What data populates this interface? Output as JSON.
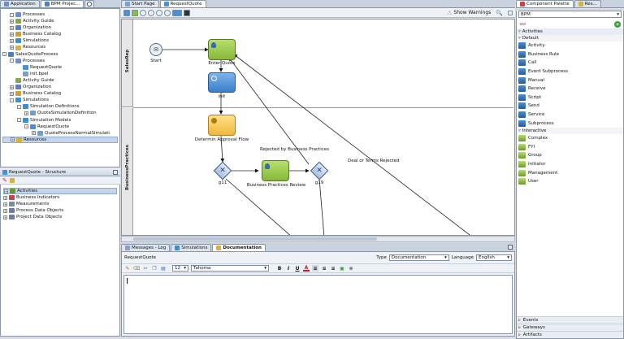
{
  "left_tabs": [
    {
      "label": "Application"
    },
    {
      "label": "BPM Projec..."
    }
  ],
  "project_tree": [
    {
      "label": "Processes",
      "level": 1,
      "exp": "-",
      "color": "#6b8fd0"
    },
    {
      "label": "Activity Guide",
      "level": 1,
      "exp": "+",
      "color": "#8aa84a"
    },
    {
      "label": "Organization",
      "level": 1,
      "exp": "+",
      "color": "#5b7fbf"
    },
    {
      "label": "Business Catalog",
      "level": 1,
      "exp": "+",
      "color": "#d0a030"
    },
    {
      "label": "Simulations",
      "level": 1,
      "exp": "+",
      "color": "#3a8fd0"
    },
    {
      "label": "Resources",
      "level": 1,
      "exp": "+",
      "color": "#d8b040"
    },
    {
      "label": "SalesQuoteProcess",
      "level": 0,
      "exp": "-",
      "color": "#4a7fc0"
    },
    {
      "label": "Processes",
      "level": 1,
      "exp": "-",
      "color": "#6b8fd0"
    },
    {
      "label": "RequestQuote",
      "level": 2,
      "exp": "",
      "color": "#4a90d9"
    },
    {
      "label": "init.bpel",
      "level": 2,
      "exp": "",
      "color": "#7aa0d0"
    },
    {
      "label": "Activity Guide",
      "level": 1,
      "exp": "",
      "color": "#8aa84a"
    },
    {
      "label": "Organization",
      "level": 1,
      "exp": "+",
      "color": "#5b7fbf"
    },
    {
      "label": "Business Catalog",
      "level": 1,
      "exp": "+",
      "color": "#d0a030"
    },
    {
      "label": "Simulations",
      "level": 1,
      "exp": "-",
      "color": "#3a8fd0"
    },
    {
      "label": "Simulation Definitions",
      "level": 2,
      "exp": "-",
      "color": "#3a8fd0"
    },
    {
      "label": "QuoteSimulationDefinition",
      "level": 3,
      "exp": "+",
      "color": "#6a9fd0"
    },
    {
      "label": "Simulation Models",
      "level": 2,
      "exp": "-",
      "color": "#3a8fd0"
    },
    {
      "label": "RequestQuote",
      "level": 3,
      "exp": "-",
      "color": "#4a90d9"
    },
    {
      "label": "QuoteProcessNormalSimulati",
      "level": 4,
      "exp": "+",
      "color": "#6a9fd0"
    },
    {
      "label": "Resources",
      "level": 1,
      "exp": "+",
      "color": "#d8b040",
      "highlight": true
    }
  ],
  "structure": {
    "title": "RequestQuote - Structure",
    "items": [
      {
        "label": "Activities",
        "highlight": true,
        "color": "#5a9a3a"
      },
      {
        "label": "Business Indicators",
        "color": "#d04040"
      },
      {
        "label": "Measurements",
        "color": "#7a8aa0"
      },
      {
        "label": "Process Data Objects",
        "color": "#6a7ab0"
      },
      {
        "label": "Project Data Objects",
        "color": "#6a7ab0"
      }
    ]
  },
  "editor": {
    "tabs": [
      {
        "label": "Start Page"
      },
      {
        "label": "RequestQuote"
      }
    ],
    "show_warnings": "Show Warnings",
    "lanes": [
      {
        "label": "SalesRep"
      },
      {
        "label": "BusinessPractices"
      }
    ],
    "nodes": {
      "start": "Start",
      "enter_quote": "Enter Quote",
      "init": "init",
      "approval": "Determin Approval Flow",
      "g11": "g11",
      "review": "Business Practices Review",
      "g19": "g19"
    },
    "edge_labels": {
      "rejected": "Rejected by Business Practices",
      "deal": "Deal or Terms Rejected"
    }
  },
  "bottom": {
    "tabs": [
      {
        "label": "Messages - Log"
      },
      {
        "label": "Simulations"
      },
      {
        "label": "Documentation"
      }
    ],
    "object_name": "RequestQuote",
    "type_label": "Type",
    "type_value": "Documentation",
    "language_label": "Language",
    "language_value": "English",
    "font_size": "12",
    "font_name": "Tahoma",
    "bold": "B",
    "italic": "I",
    "underline": "U",
    "color": "A"
  },
  "palette": {
    "tabs": [
      {
        "label": "Component Palette"
      },
      {
        "label": "Res..."
      }
    ],
    "category": "BPM",
    "sections": {
      "activities": "Activities",
      "default": "Default",
      "interactive": "Interactive",
      "events": "Events",
      "gateways": "Gateways",
      "artifacts": "Artifacts"
    },
    "default_items": [
      {
        "label": "Activity",
        "color": "#4a90d9"
      },
      {
        "label": "Business Rule",
        "color": "#4a90d9"
      },
      {
        "label": "Call",
        "color": "#4a90d9"
      },
      {
        "label": "Event Subprocess",
        "color": "#4a90d9"
      },
      {
        "label": "Manual",
        "color": "#4a90d9"
      },
      {
        "label": "Receive",
        "color": "#4a90d9"
      },
      {
        "label": "Script",
        "color": "#4a90d9"
      },
      {
        "label": "Send",
        "color": "#4a90d9"
      },
      {
        "label": "Service",
        "color": "#4a90d9"
      },
      {
        "label": "Subprocess",
        "color": "#4a90d9"
      }
    ],
    "interactive_items": [
      {
        "label": "Complex",
        "color": "#8ac040"
      },
      {
        "label": "FYI",
        "color": "#8ac040"
      },
      {
        "label": "Group",
        "color": "#8ac040"
      },
      {
        "label": "Initiator",
        "color": "#8ac040"
      },
      {
        "label": "Management",
        "color": "#8ac040"
      },
      {
        "label": "User",
        "color": "#8ac040"
      }
    ]
  },
  "colors": {
    "accent": "#5b7fbf",
    "task_green": "#9acd50",
    "task_blue": "#4a90d9",
    "task_yellow": "#f2c14a"
  }
}
